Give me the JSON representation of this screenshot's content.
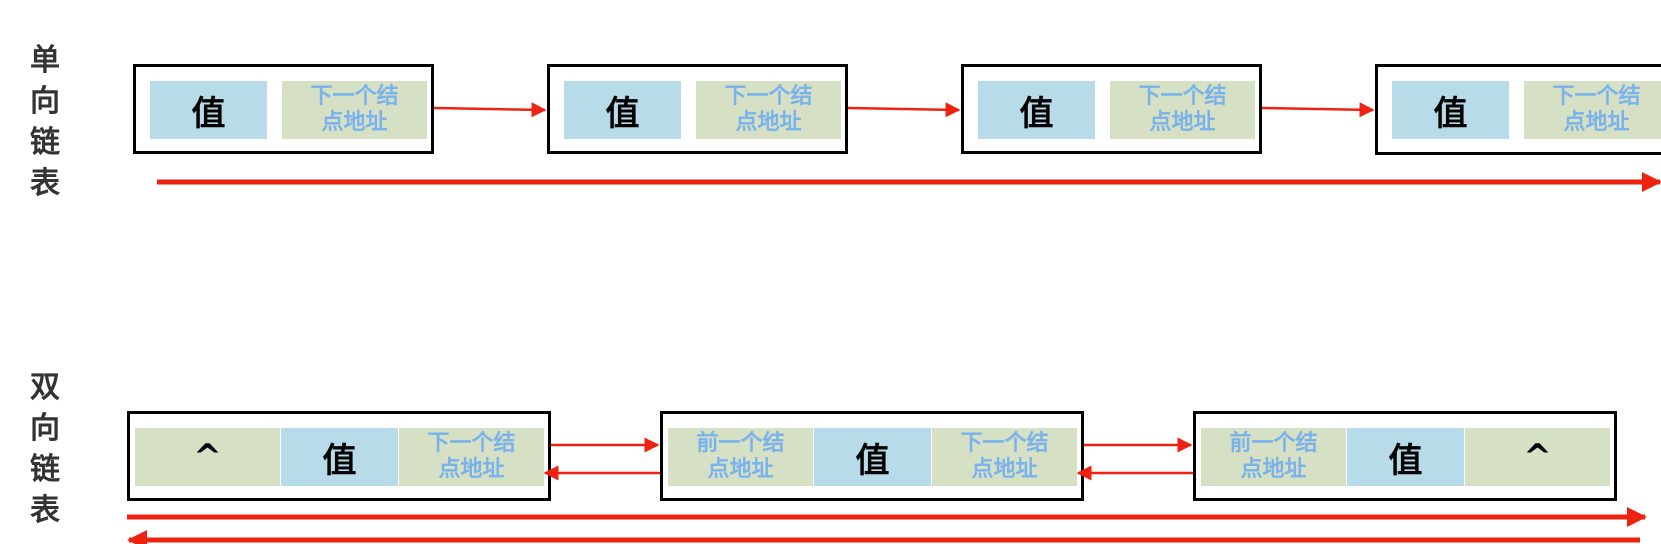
{
  "singly": {
    "label": [
      "单",
      "向",
      "链",
      "表"
    ],
    "nodes": [
      {
        "value": "值",
        "next": "下一个结\n点地址"
      },
      {
        "value": "值",
        "next": "下一个结\n点地址"
      },
      {
        "value": "值",
        "next": "下一个结\n点地址"
      },
      {
        "value": "值",
        "next": "下一个结\n点地址"
      }
    ]
  },
  "doubly": {
    "label": [
      "双",
      "向",
      "链",
      "表"
    ],
    "nodes": [
      {
        "prev": "^",
        "value": "值",
        "next": "下一个结\n点地址"
      },
      {
        "prev": "前一个结\n点地址",
        "value": "值",
        "next": "下一个结\n点地址"
      },
      {
        "prev": "前一个结\n点地址",
        "value": "值",
        "next": "^"
      }
    ]
  },
  "colors": {
    "arrow": "#ee2211",
    "value_cell": "#b7dbe9",
    "pointer_cell": "#d6e0c4",
    "pointer_text": "#7ab2ec"
  }
}
